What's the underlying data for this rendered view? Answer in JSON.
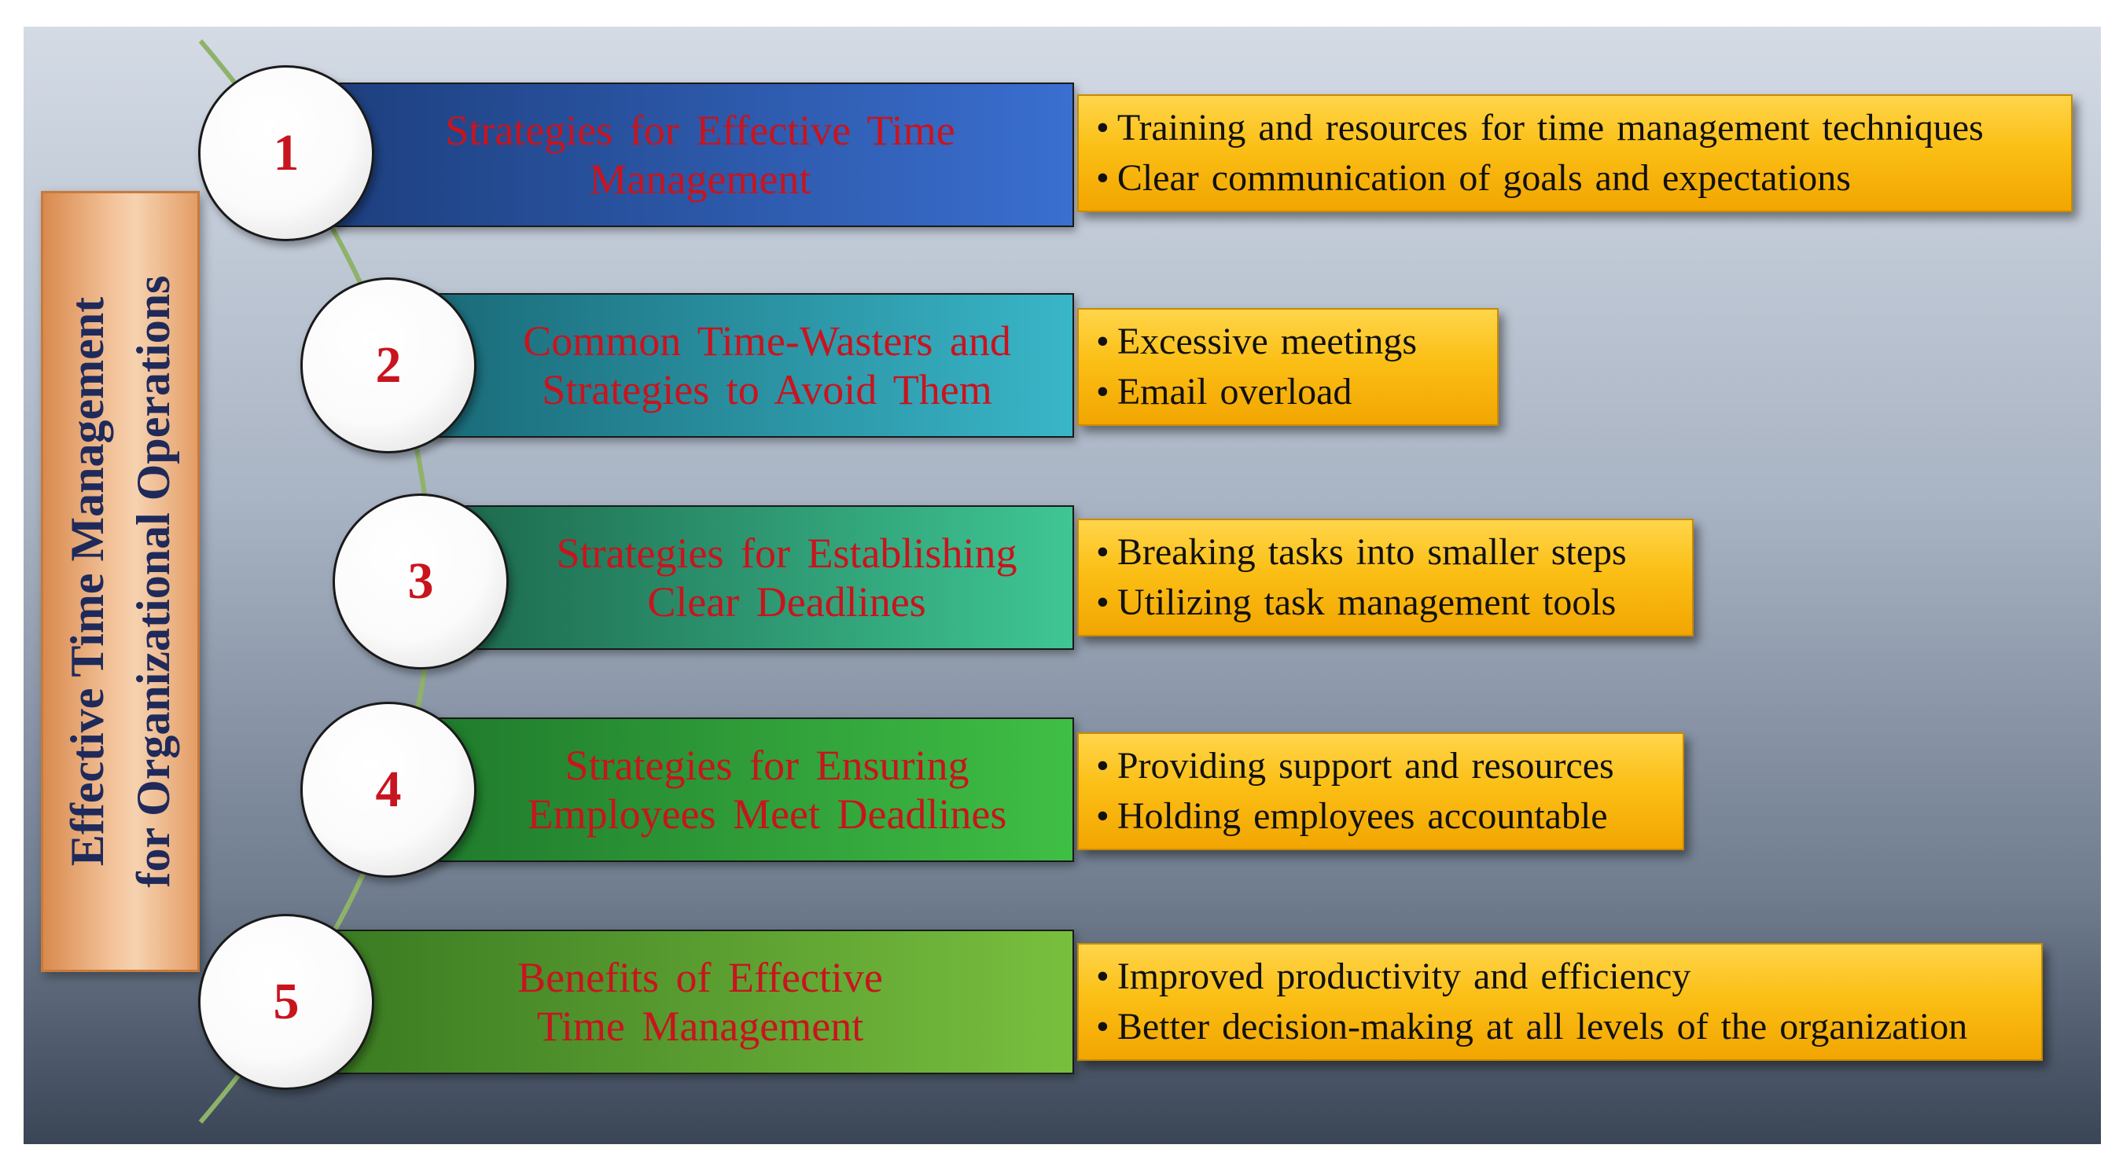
{
  "title": {
    "line1": "Effective Time Management",
    "line2": "for Organizational Operations"
  },
  "steps": [
    {
      "number": "1",
      "title_lines": [
        "Strategies  for  Effective  Time",
        "Management"
      ],
      "bullets": [
        "Training  and resources for time management techniques",
        "Clear  communication  of goals  and expectations"
      ],
      "bar_gradient": [
        "#1d3f7e",
        "#3a6fd0"
      ]
    },
    {
      "number": "2",
      "title_lines": [
        "Common  Time-Wasters  and",
        "Strategies  to  Avoid  Them"
      ],
      "bullets": [
        "Excessive  meetings",
        "Email  overload"
      ],
      "bar_gradient": [
        "#1a6a78",
        "#39b6c8"
      ]
    },
    {
      "number": "3",
      "title_lines": [
        "Strategies  for  Establishing",
        "Clear  Deadlines"
      ],
      "bullets": [
        "Breaking  tasks into smaller steps",
        "Utilizing  task management tools"
      ],
      "bar_gradient": [
        "#1d6a4f",
        "#3fc694"
      ]
    },
    {
      "number": "4",
      "title_lines": [
        "Strategies  for  Ensuring",
        "Employees  Meet Deadlines"
      ],
      "bullets": [
        "Providing  support and resources",
        "Holding  employees  accountable"
      ],
      "bar_gradient": [
        "#1f7a2c",
        "#3fbf45"
      ]
    },
    {
      "number": "5",
      "title_lines": [
        "Benefits  of  Effective",
        "Time  Management"
      ],
      "bullets": [
        "Improved  productivity  and efficiency",
        "Better  decision-making  at  all  levels  of  the  organization"
      ],
      "bar_gradient": [
        "#3a7a22",
        "#79bf3e"
      ]
    }
  ],
  "colors": {
    "step_text": "#c8141e",
    "title_text": "#1f2a5a",
    "arc": "#8fb26a"
  },
  "bullet_glyph": "•"
}
